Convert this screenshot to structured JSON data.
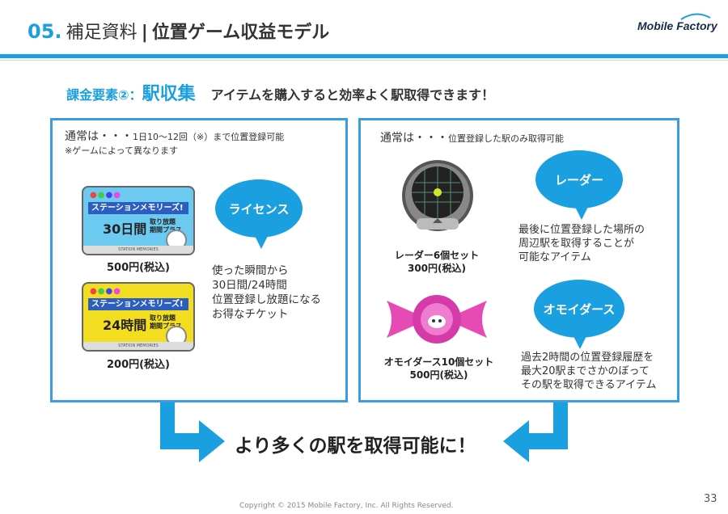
{
  "header": {
    "num": "05.",
    "section": "補足資料",
    "separator": "|",
    "title": "位置ゲーム収益モデル",
    "logo": "Mobile Factory"
  },
  "subtitle": {
    "prefix": "課金要素②：",
    "keyword": "駅収集",
    "text": "アイテムを購入すると効率よく駅取得できます！"
  },
  "left_panel": {
    "note_main": "通常は・・・",
    "note_rest": "1日10～12回（※）まで位置登録可能",
    "note_sub": "※ゲームによって異なります",
    "bubble": "ライセンス",
    "cards": [
      {
        "band": "ステーションメモリーズ!",
        "big": "30日間",
        "small": "取り放題 期間プラス",
        "footer": "STATION MEMORIES",
        "price": "500円(税込)",
        "color": "#6ccaf0"
      },
      {
        "band": "ステーションメモリーズ!",
        "big": "24時間",
        "small": "取り放題 期間プラス",
        "footer": "STATION MEMORIES",
        "price": "200円(税込)",
        "color": "#f2dd20"
      }
    ],
    "desc": [
      "使った瞬間から",
      "30日間/24時間",
      "位置登録し放題になる",
      "お得なチケット"
    ]
  },
  "right_panel": {
    "note_main": "通常は・・・",
    "note_rest": "位置登録した駅のみ取得可能",
    "items": [
      {
        "bubble": "レーダー",
        "name": "レーダー6個セット",
        "price": "300円(税込)",
        "desc": [
          "最後に位置登録した場所の",
          "周辺駅を取得することが",
          "可能なアイテム"
        ]
      },
      {
        "bubble": "オモイダース",
        "name": "オモイダース10個セット",
        "price": "500円(税込)",
        "desc": [
          "過去2時間の位置登録履歴を",
          "最大20駅までさかのぼって",
          "その駅を取得できるアイテム"
        ]
      }
    ]
  },
  "conclusion": "より多くの駅を取得可能に！",
  "footer": {
    "copyright": "Copyright © 2015 Mobile Factory, Inc. All Rights Reserved.",
    "page": "33"
  },
  "colors": {
    "accent": "#1aa0e0",
    "panel_border": "#3d9ce0"
  },
  "icons": [
    "radar-icon",
    "candy-icon",
    "avatar-icon"
  ]
}
